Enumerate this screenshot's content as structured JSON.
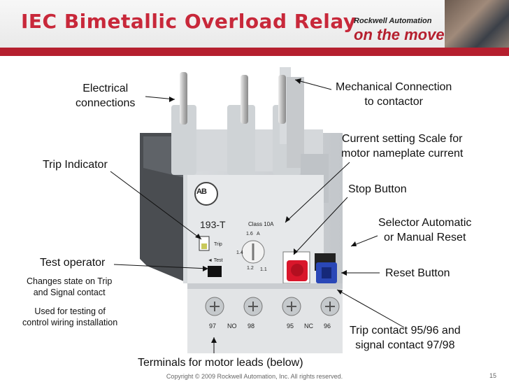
{
  "header": {
    "title": "IEC Bimetallic Overload Relay",
    "brand_name": "Rockwell Automation",
    "brand_tagline": "on the move"
  },
  "device": {
    "model": "193-T",
    "class_label": "Class 10A",
    "scale_values": [
      "1.6",
      "A",
      "1.4",
      "1.2",
      "1.1"
    ],
    "trip_label": "Trip",
    "test_label": "◄ Test",
    "logo": "AB",
    "terminal_labels": [
      "97",
      "NO",
      "98",
      "95",
      "NC",
      "96"
    ]
  },
  "callouts": {
    "electrical": "Electrical\nconnections",
    "mechanical": "Mechanical Connection\nto contactor",
    "scale": "Current setting Scale for\nmotor nameplate current",
    "trip_indicator": "Trip Indicator",
    "stop": "Stop Button",
    "selector": "Selector Automatic\nor Manual Reset",
    "test_operator": "Test operator",
    "test_note1": "Changes state on Trip\nand Signal contact",
    "test_note2": "Used for testing of\ncontrol wiring installation",
    "reset": "Reset Button",
    "trip_contact": "Trip contact 95/96 and\nsignal contact 97/98",
    "terminals": "Terminals for motor leads (below)"
  },
  "footer": {
    "copyright": "Copyright © 2009 Rockwell Automation, Inc. All rights reserved.",
    "page": "15"
  }
}
